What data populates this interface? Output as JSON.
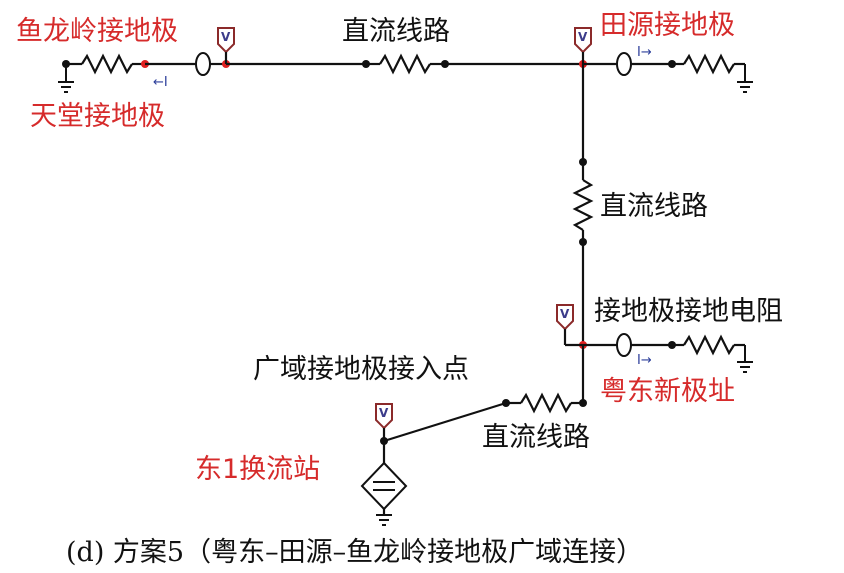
{
  "labels": {
    "yulongling": "鱼龙岭接地极",
    "tiantang": "天堂接地极",
    "tianyuan": "田源接地极",
    "line_top": "直流线路",
    "line_right": "直流线路",
    "ground_res": "接地极接地电阻",
    "yuedong_new": "粤东新极址",
    "access_point": "广域接地极接入点",
    "line_bottom": "直流线路",
    "station": "东1换流站"
  },
  "caption": "(d) 方案5（粤东–田源–鱼龙岭接地极广域连接）",
  "symbols": {
    "probe": "V",
    "current_left": "←I",
    "current_right": "I→"
  },
  "colors": {
    "red_label": "#d62b2b",
    "red_node": "#e02020",
    "wire": "#111111",
    "current_arrow": "#2c3e9a"
  }
}
